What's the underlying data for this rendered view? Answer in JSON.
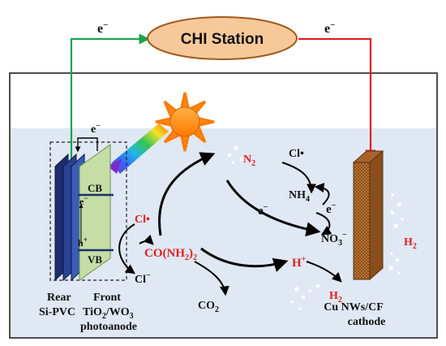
{
  "station": {
    "label": "CHI Station"
  },
  "electron_left": "e",
  "electron_right": "e",
  "electron_sup": "−",
  "photoanode": {
    "e_top": "e",
    "cb": "CB",
    "vb": "VB",
    "e_band": "e",
    "h_band": "h",
    "h_sup": "+",
    "rear_line1": "Rear",
    "rear_line2": "Si-PVC",
    "front_line1": "Front",
    "front_part1": "TiO",
    "front_sub1": "2",
    "front_part2": "/WO",
    "front_sub2": "3",
    "front_line3": "photoanode"
  },
  "chem": {
    "n2": "N",
    "n2_sub": "2",
    "cl_dot_top": "Cl•",
    "nh4": "NH",
    "nh4_sub": "4",
    "nh4_sup": "+",
    "e_mid": "e",
    "e_right": "e",
    "no3": "NO",
    "no3_sub": "3",
    "no3_sup": "−",
    "cl_dot_left": "Cl•",
    "urea_a": "CO(NH",
    "urea_sub": "2",
    "urea_b": ")",
    "urea_sub2": "2",
    "cl_minus": "Cl",
    "cl_minus_sup": "−",
    "co2": "CO",
    "co2_sub": "2",
    "h_plus": "H",
    "h_plus_sup": "+",
    "h2_bottom": "H",
    "h2_bottom_sub": "2",
    "h2_right": "H",
    "h2_right_sub": "2"
  },
  "cathode": {
    "line1": "Cu NWs/CF",
    "line2": "cathode"
  },
  "colors": {
    "wire_left": "#1aa34a",
    "wire_right": "#e02020",
    "station_fill": "#f7c99a",
    "station_stroke": "#a05a1a",
    "electrolyte": "#dfe8f3",
    "label_red": "#e02020"
  }
}
